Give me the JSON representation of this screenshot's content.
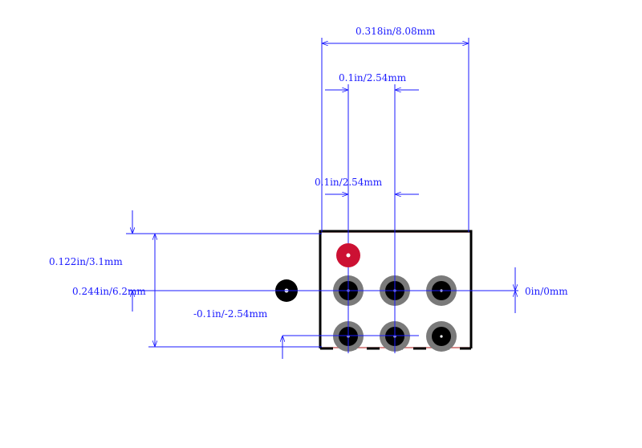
{
  "dimensions": {
    "overall_width": "0.318in/8.08mm",
    "pitch_top": "0.1in/2.54mm",
    "pitch_mid": "0.1in/2.54mm",
    "height_half": "0.122in/3.1mm",
    "height_full": "0.244in/6.2mm",
    "offset_neg": "-0.1in/-2.54mm",
    "offset_zero": "0in/0mm"
  },
  "colors": {
    "dimension": "#1a1aff",
    "outline": "#000000",
    "body_edge": "#cc6666",
    "pad_ring": "#7a7a7a",
    "pad_hole": "#000000",
    "pin1_marker": "#cc1133"
  },
  "pads": {
    "rows": 2,
    "columns": 3,
    "ring_icon": "pad-ring-icon",
    "pin1_icon": "pin1-marker-icon"
  }
}
